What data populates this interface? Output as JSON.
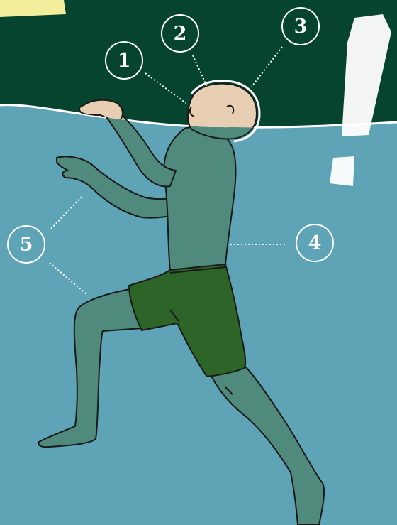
{
  "markers": {
    "m1": "1",
    "m2": "2",
    "m3": "3",
    "m4": "4",
    "m5": "5"
  },
  "colors": {
    "above_water": "#06442f",
    "water": "#5fa4b6",
    "skin_above": "#e8cfb4",
    "skin_below": "#4f8a7c",
    "shorts": "#2d6428",
    "note": "#f3ee9c",
    "marker_stroke": "#ffffff"
  },
  "icons": [
    "exclamation-mark-icon"
  ]
}
